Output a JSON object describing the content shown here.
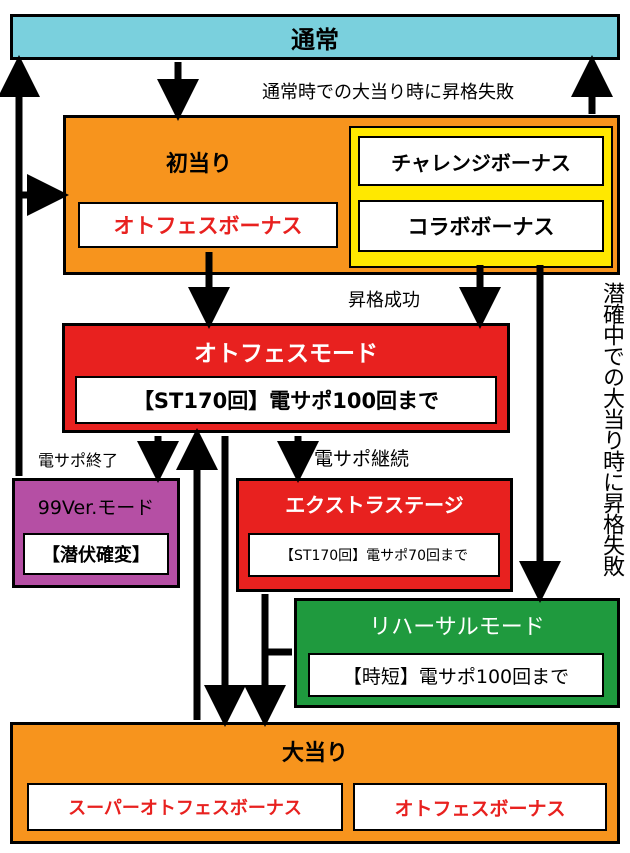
{
  "colors": {
    "normal": "#7ad0dd",
    "first_hit": "#f7941d",
    "otofes_mode": "#e8211f",
    "ver99_mode": "#b54fa4",
    "extra_stage": "#e8211f",
    "rehearsal_mode": "#1f9a3e",
    "big_hit": "#f7941d",
    "collab_frame": "#ffe800",
    "red_text": "#e8211f"
  },
  "nodes": {
    "normal": {
      "title": "通常"
    },
    "first_hit": {
      "title": "初当り",
      "bonus_otofes": "オトフェスボーナス",
      "bonus_challenge": "チャレンジボーナス",
      "bonus_collab": "コラボボーナス"
    },
    "otofes_mode": {
      "title": "オトフェスモード",
      "spec": "【ST170回】電サポ100回まで"
    },
    "ver99_mode": {
      "title": "99Ver.モード",
      "spec": "【潜伏確変】"
    },
    "extra_stage": {
      "title": "エクストラステージ",
      "spec": "【ST170回】電サポ70回まで"
    },
    "rehearsal_mode": {
      "title": "リハーサルモード",
      "spec": "【時短】電サポ100回まで"
    },
    "big_hit": {
      "title": "大当り",
      "bonus_super": "スーパーオトフェスボーナス",
      "bonus_otofes": "オトフェスボーナス"
    }
  },
  "edges": {
    "promote_fail_normal": "通常時での大当り時に昇格失敗",
    "promote_success": "昇格成功",
    "promote_fail_latent": "潜確中での大当り時に昇格失敗",
    "densapo_end": "電サポ終了",
    "densapo_continue": "電サポ継続"
  }
}
